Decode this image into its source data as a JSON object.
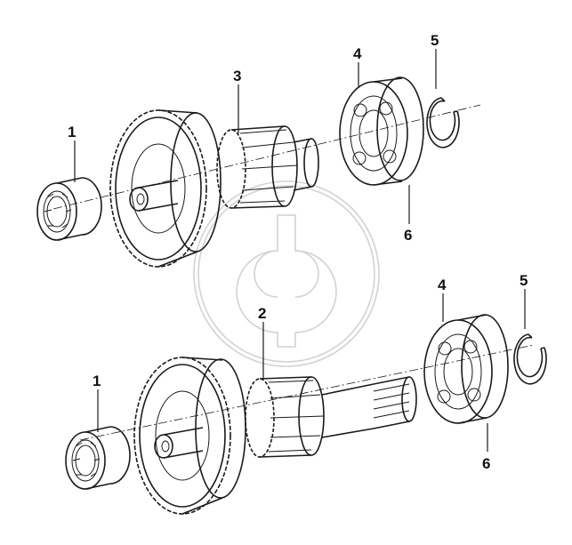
{
  "callouts": {
    "upper": {
      "bearing_left": "1",
      "gear_shaft": "3",
      "ball_bearing": "4",
      "snap_ring": "5",
      "bearing_bottom": "6"
    },
    "lower": {
      "bearing_left": "1",
      "gear_shaft": "2",
      "ball_bearing": "4",
      "snap_ring": "5",
      "bearing_bottom": "6"
    }
  },
  "icons": {
    "watermark": "logo-watermark-icon"
  }
}
